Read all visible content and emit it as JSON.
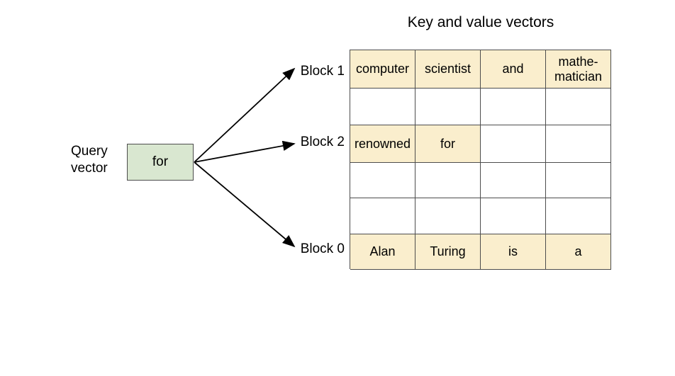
{
  "diagram": {
    "title": "Key and value vectors",
    "query": {
      "label_line1": "Query",
      "label_line2": "vector",
      "token": "for",
      "fill_color": "#d9e7d0",
      "border_color": "#4d4d4d"
    },
    "block_labels": [
      {
        "id": "block-1",
        "text": "Block 1"
      },
      {
        "id": "block-2",
        "text": "Block 2"
      },
      {
        "id": "block-0",
        "text": "Block 0"
      }
    ],
    "arrows": [
      {
        "id": "arrow-to-block-1",
        "from": "query-vector-box",
        "to": "block-1"
      },
      {
        "id": "arrow-to-block-2",
        "from": "query-vector-box",
        "to": "block-2"
      },
      {
        "id": "arrow-to-block-0",
        "from": "query-vector-box",
        "to": "block-0"
      }
    ],
    "grid": {
      "columns": 4,
      "rows": 6,
      "filled_color": "#faeecd",
      "empty_color": "#ffffff",
      "border_color": "#4d4d4d",
      "cells": [
        [
          {
            "text": "computer",
            "filled": true
          },
          {
            "text": "scientist",
            "filled": true
          },
          {
            "text": "and",
            "filled": true
          },
          {
            "text": "mathe-\nmatician",
            "filled": true
          }
        ],
        [
          {
            "text": "",
            "filled": false
          },
          {
            "text": "",
            "filled": false
          },
          {
            "text": "",
            "filled": false
          },
          {
            "text": "",
            "filled": false
          }
        ],
        [
          {
            "text": "renowned",
            "filled": true
          },
          {
            "text": "for",
            "filled": true
          },
          {
            "text": "",
            "filled": false
          },
          {
            "text": "",
            "filled": false
          }
        ],
        [
          {
            "text": "",
            "filled": false
          },
          {
            "text": "",
            "filled": false
          },
          {
            "text": "",
            "filled": false
          },
          {
            "text": "",
            "filled": false
          }
        ],
        [
          {
            "text": "",
            "filled": false
          },
          {
            "text": "",
            "filled": false
          },
          {
            "text": "",
            "filled": false
          },
          {
            "text": "",
            "filled": false
          }
        ],
        [
          {
            "text": "Alan",
            "filled": true
          },
          {
            "text": "Turing",
            "filled": true
          },
          {
            "text": "is",
            "filled": true
          },
          {
            "text": "a",
            "filled": true
          }
        ]
      ]
    }
  }
}
